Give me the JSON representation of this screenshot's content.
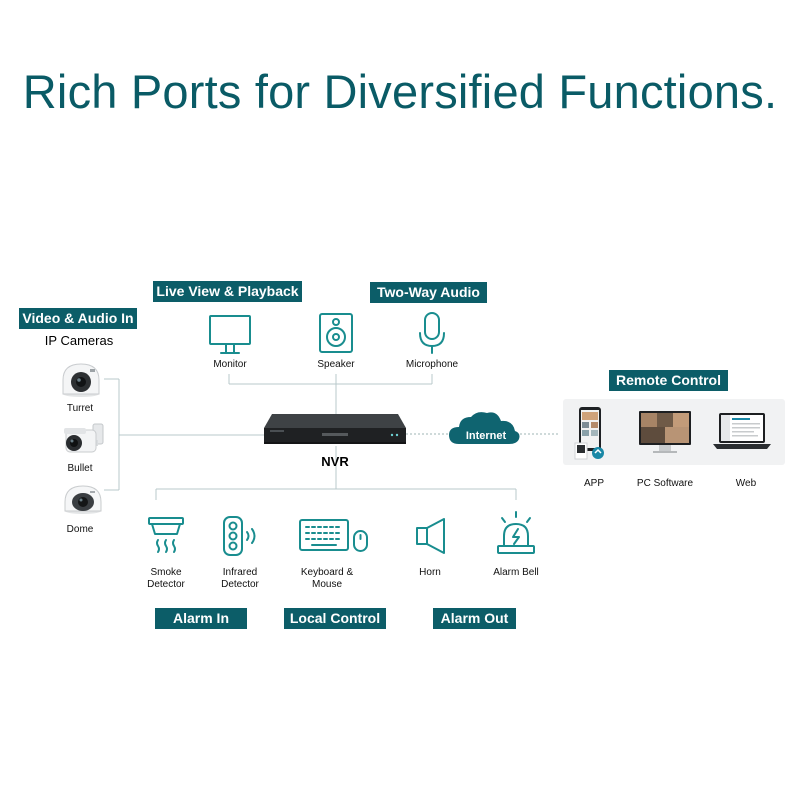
{
  "title": "Rich Ports for Diversified Functions.",
  "colors": {
    "accent": "#0c5d68",
    "title": "#0a5b66",
    "icon_stroke": "#198d8f",
    "panel_bg": "#f1f2f3"
  },
  "groups": {
    "video_audio_in": "Video & Audio In",
    "live_view": "Live View & Playback",
    "two_way_audio": "Two-Way Audio",
    "remote_control": "Remote Control",
    "alarm_in": "Alarm In",
    "local_control": "Local Control",
    "alarm_out": "Alarm Out"
  },
  "ip_cameras": {
    "heading": "IP Cameras",
    "items": [
      "Turret",
      "Bullet",
      "Dome"
    ]
  },
  "outputs": {
    "monitor": "Monitor",
    "speaker": "Speaker",
    "microphone": "Microphone"
  },
  "nvr": {
    "label": "NVR"
  },
  "internet": {
    "label": "Internet"
  },
  "remote": {
    "app": "APP",
    "pc_software": "PC Software",
    "web": "Web"
  },
  "peripherals": {
    "smoke_detector": "Smoke\nDetector",
    "infrared_detector": "Infrared\nDetector",
    "keyboard_mouse": "Keyboard &\nMouse",
    "horn": "Horn",
    "alarm_bell": "Alarm Bell"
  }
}
